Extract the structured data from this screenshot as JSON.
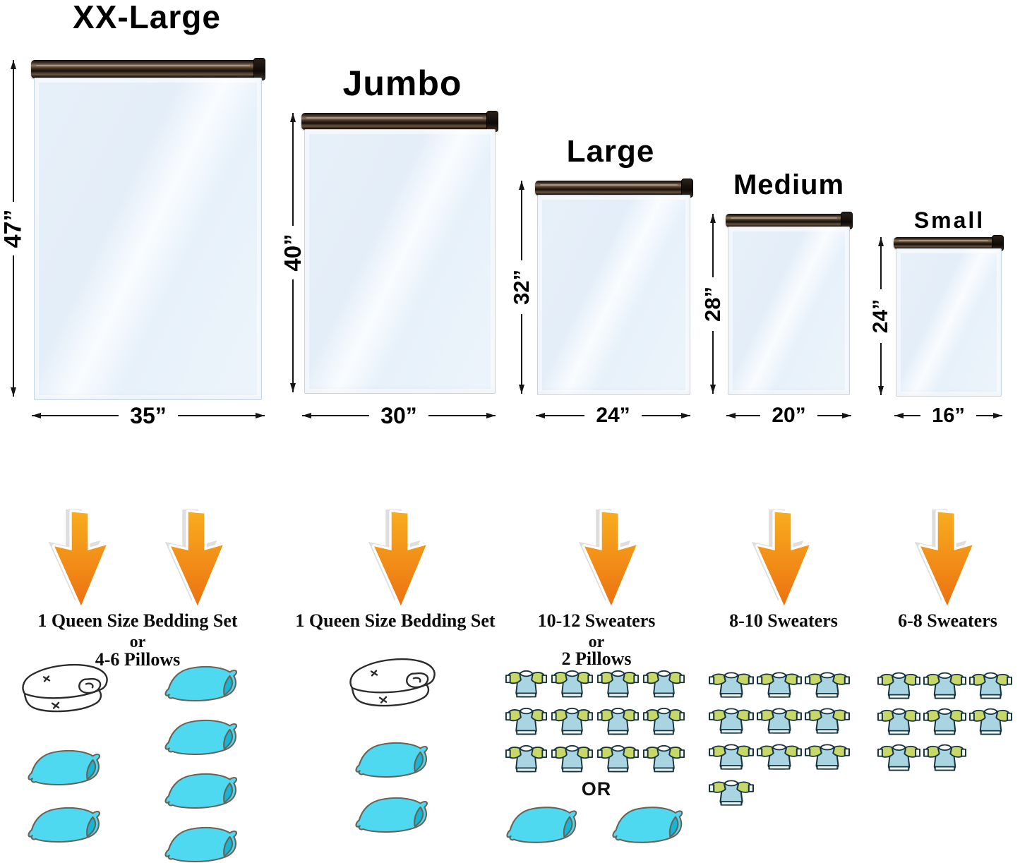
{
  "bags": [
    {
      "name": "XX-Large",
      "height": "47”",
      "width": "35”"
    },
    {
      "name": "Jumbo",
      "height": "40”",
      "width": "30”"
    },
    {
      "name": "Large",
      "height": "32”",
      "width": "24”"
    },
    {
      "name": "Medium",
      "height": "28”",
      "width": "20”"
    },
    {
      "name": "Small",
      "height": "24”",
      "width": "16”"
    }
  ],
  "capacity": {
    "xxlarge": {
      "arrow_rows": [
        2
      ],
      "line1": "1 Queen Size Bedding Set",
      "line2": "or",
      "line3": "4-6 Pillows",
      "comforter_rows": [
        1
      ],
      "pillow_rows_left": [
        1,
        1
      ],
      "pillow_rows_right": [
        1,
        1,
        1,
        1
      ]
    },
    "jumbo": {
      "arrow_rows": [
        1
      ],
      "line1": "1 Queen Size Bedding Set",
      "comforter_rows": [
        1
      ],
      "pillow_rows": [
        1,
        1
      ]
    },
    "large": {
      "arrow_rows": [
        1
      ],
      "line1": "10-12 Sweaters",
      "line2": "or",
      "line3": "2 Pillows",
      "sweater_rows": [
        4,
        4,
        4
      ],
      "or_label": "OR",
      "pillow_rows": [
        2
      ]
    },
    "medium": {
      "arrow_rows": [
        1
      ],
      "line1": "8-10 Sweaters",
      "sweater_rows": [
        3,
        3,
        3,
        1
      ]
    },
    "small": {
      "arrow_rows": [
        1
      ],
      "line1": "6-8 Sweaters",
      "sweater_rows": [
        3,
        3,
        2
      ]
    }
  },
  "colors": {
    "arrow_orange_top": "#F8AC1E",
    "arrow_orange_bottom": "#EC7212",
    "pillow_cyan": "#4FD9F0",
    "pillow_fold_teal": "#15B5D6",
    "sweater_body_blue": "#A9D5E3",
    "sweater_sleeve_green": "#C8D868",
    "bag_film_blue": "#E8F1FA",
    "zipper_brown": "#3A2B1E"
  }
}
